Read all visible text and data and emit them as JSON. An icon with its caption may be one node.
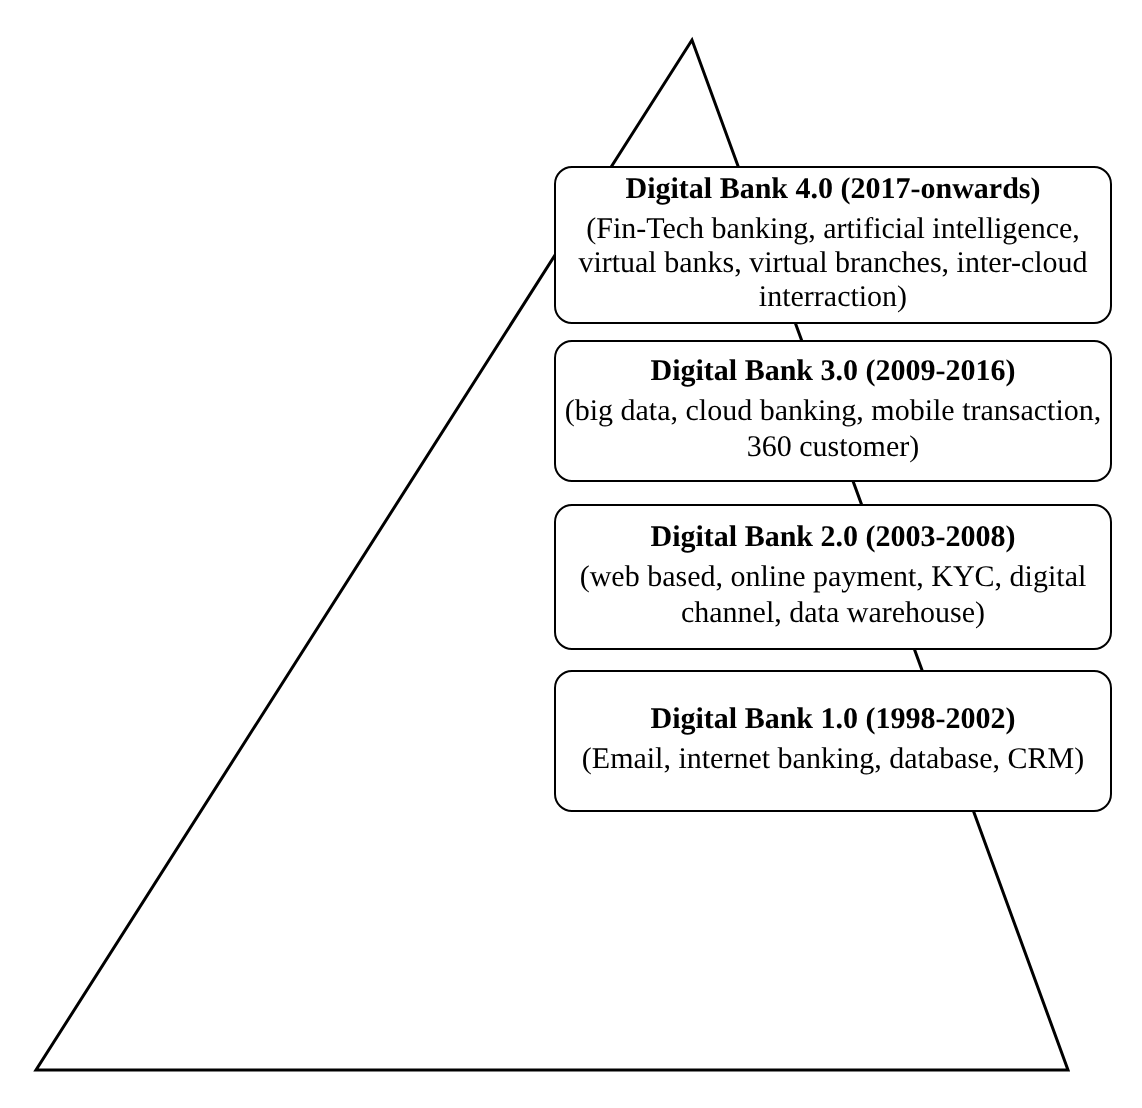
{
  "diagram": {
    "nodes": [
      {
        "text": [],
        "shape": "triangle"
      },
      {
        "text": [
          "Digital Bank 4.0 (2017-onwards)",
          "(Fin-Tech banking, artificial intelligence, virtual banks, virtual branches, inter-cloud interraction)"
        ]
      },
      {
        "text": [
          "Digital Bank 3.0 (2009-2016)",
          "(big data, cloud banking, mobile transaction, 360 customer)"
        ]
      },
      {
        "text": [
          "Digital Bank 2.0 (2003-2008)",
          "(web based, online payment, KYC, digital channel, data warehouse)"
        ]
      },
      {
        "text": [
          "Digital Bank 1.0 (1998-2002)",
          "(Email, internet banking, database, CRM)"
        ]
      }
    ]
  }
}
